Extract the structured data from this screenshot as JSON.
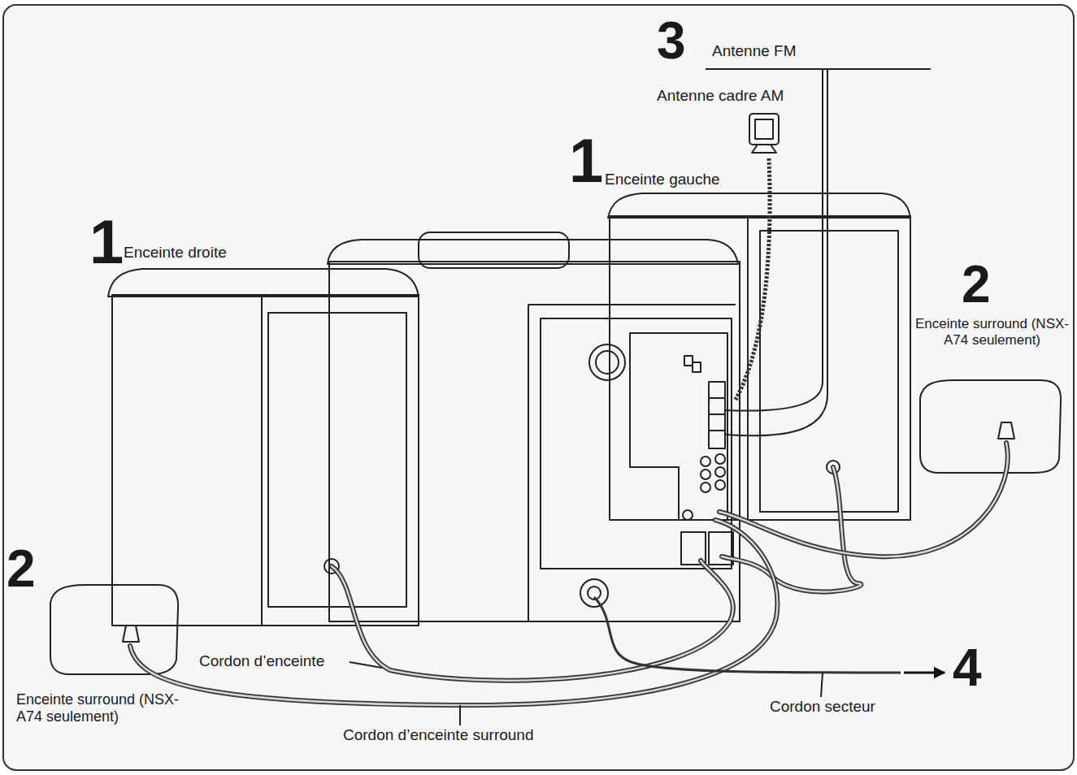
{
  "diagram": {
    "labels": [
      "3",
      "Antenne FM",
      "Antenne cadre AM",
      "1",
      "Enceinte gauche",
      "1",
      "Enceinte droite",
      "2",
      "Enceinte surround (NSX-A74 seulement)",
      "2",
      "Cordon d’enceinte",
      "Enceinte surround (NSX-A74 seulement)",
      "Cordon d’enceinte surround",
      "Cordon secteur",
      "4"
    ]
  }
}
